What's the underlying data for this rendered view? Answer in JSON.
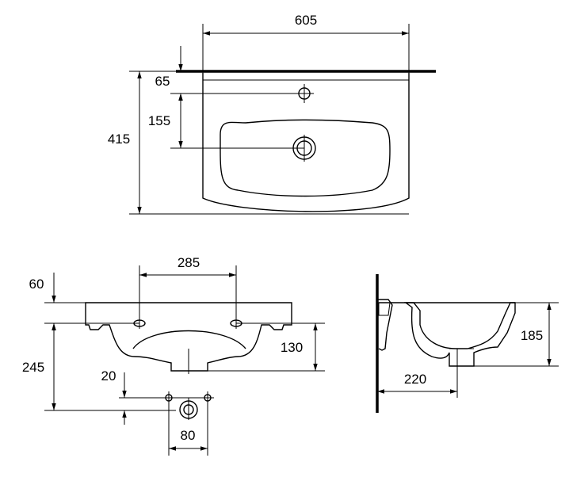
{
  "top_view": {
    "width_label": "605",
    "depth_label": "415",
    "offset_65_label": "65",
    "offset_155_label": "155"
  },
  "front_view": {
    "holes_spacing_label": "285",
    "rim_label": "60",
    "height_245_label": "245",
    "height_130_label": "130",
    "offset_20_label": "20",
    "spacing_80_label": "80"
  },
  "side_view": {
    "height_185_label": "185",
    "depth_220_label": "220"
  }
}
